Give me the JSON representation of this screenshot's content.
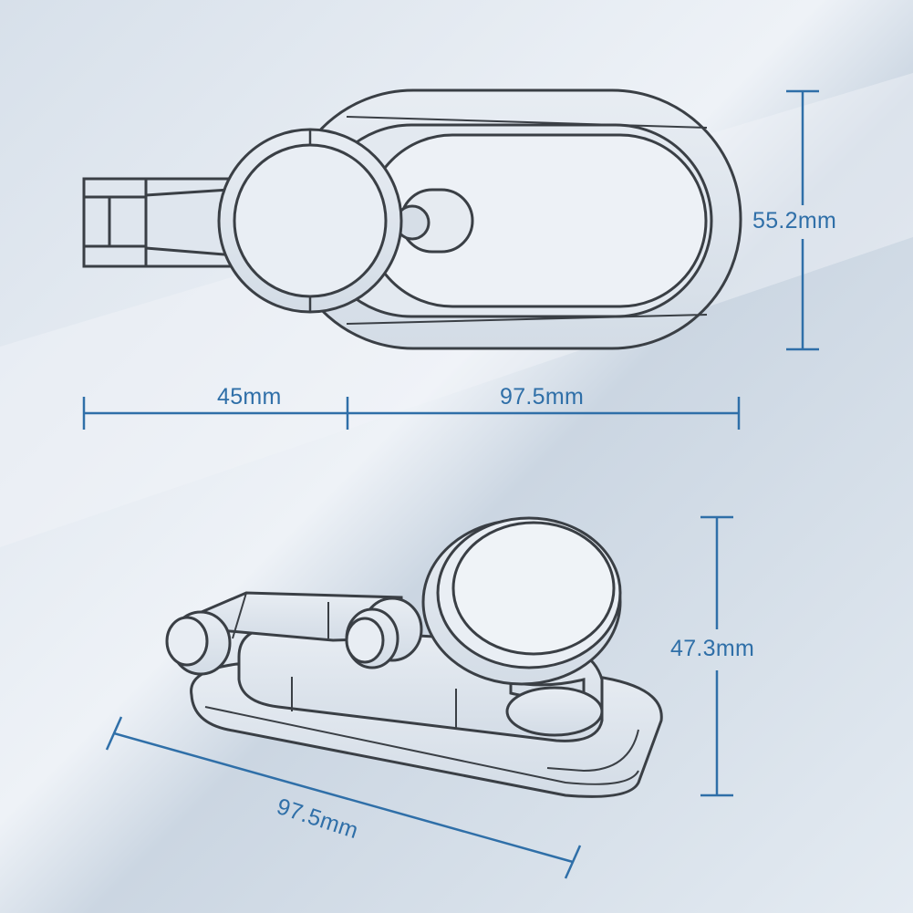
{
  "dimensions": {
    "top_view": {
      "height": "55.2mm",
      "arm_width": "45mm",
      "base_width": "97.5mm"
    },
    "side_view": {
      "height": "47.3mm",
      "base_length": "97.5mm"
    }
  },
  "colors": {
    "background_light": "#e9eef4",
    "background_mid": "#c9d5e1",
    "outline": "#3a3f45",
    "body_fill": "#dfe6ee",
    "dimension_line": "#2f6fa8"
  }
}
